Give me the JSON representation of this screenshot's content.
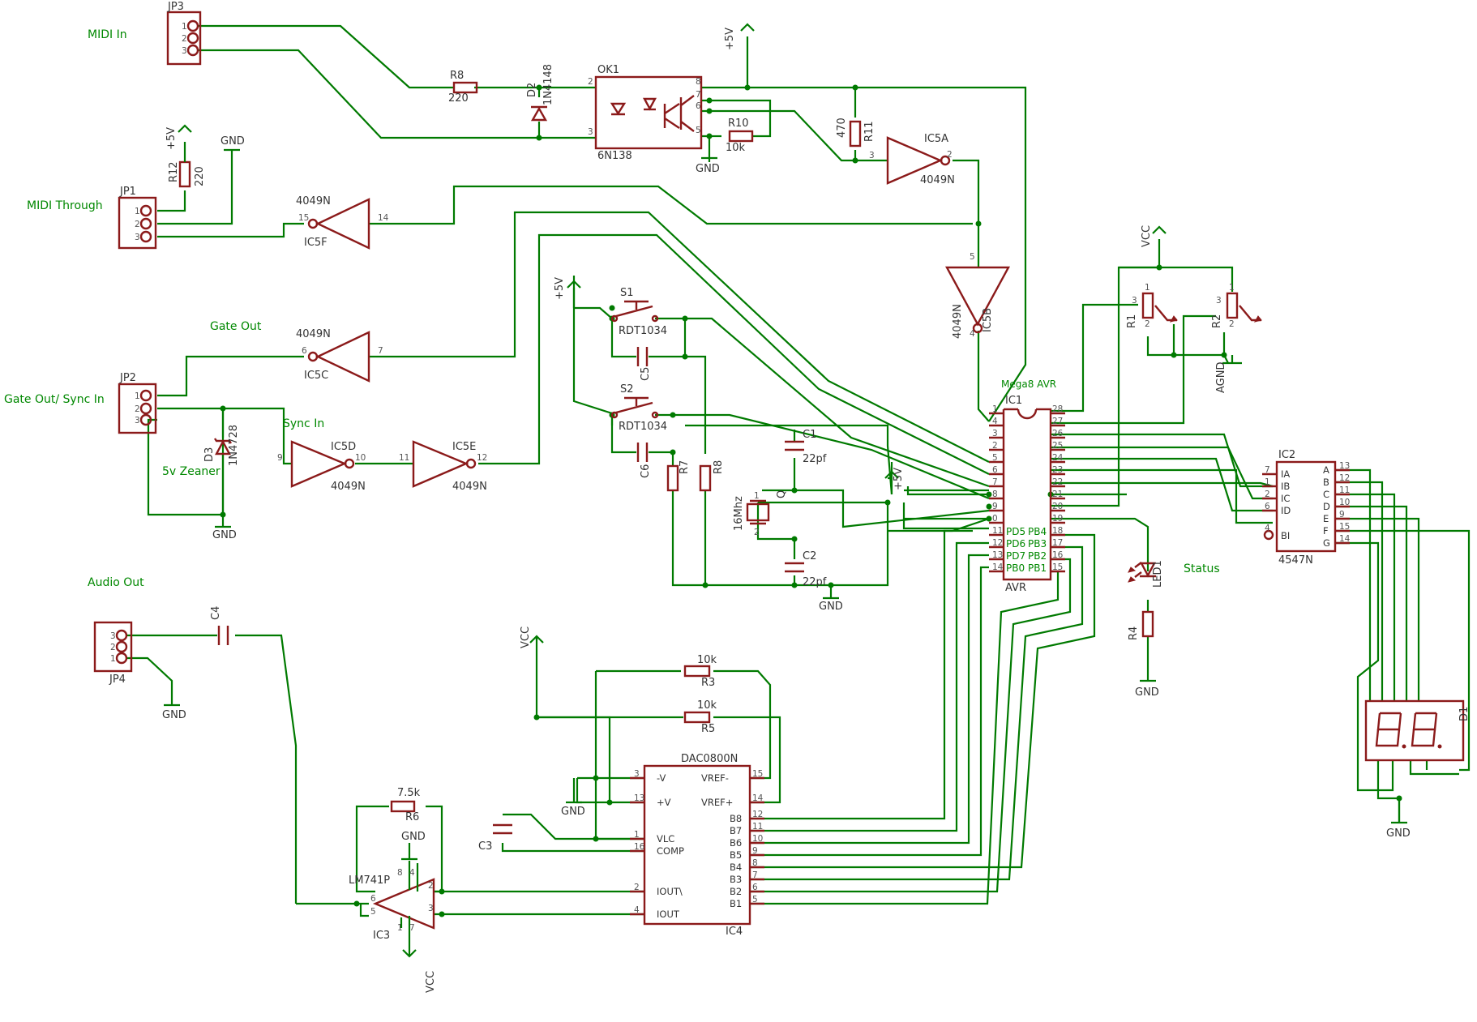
{
  "nets": {
    "midi_in": "MIDI In",
    "midi_through": "MIDI Through",
    "gate_out": "Gate Out",
    "gate_sync": "Gate Out/ Sync In",
    "sync_in": "Sync In",
    "zener": "5v Zeaner",
    "audio_out": "Audio Out",
    "status": "Status",
    "mcu_title": "Mega8 AVR"
  },
  "power": {
    "p5v": "+5V",
    "gnd": "GND",
    "vcc": "VCC",
    "agnd": "AGND"
  },
  "components": {
    "jp3": "JP3",
    "jp1": "JP1",
    "jp2": "JP2",
    "jp4": "JP4",
    "r8": "R8",
    "r8_val": "220",
    "d2": "D2",
    "d2_val": "1N4148",
    "ok1": "OK1",
    "ok1_val": "6N138",
    "r10": "R10",
    "r10_val": "10k",
    "r11": "R11",
    "r11_val": "470",
    "r12": "R12",
    "r12_val": "220",
    "ic5a": "IC5A",
    "ic5b": "IC5B",
    "ic5c": "IC5C",
    "ic5d": "IC5D",
    "ic5e": "IC5E",
    "ic5f": "IC5F",
    "inv_val": "4049N",
    "d3": "D3",
    "d3_val": "1N4728",
    "s1": "S1",
    "s2": "S2",
    "sw_val": "RDT1034",
    "c5": "C5",
    "c6": "C6",
    "r7": "R7",
    "r8b": "R8",
    "c1": "C1",
    "c2": "C2",
    "cap_val": "22pf",
    "q": "Q",
    "q_val": "16Mhz",
    "ic1": "IC1",
    "ic1_val": "AVR",
    "ic2": "IC2",
    "ic2_val": "4547N",
    "r1": "R1",
    "r2": "R2",
    "r4": "R4",
    "led1": "LED1",
    "d1": "D1",
    "c4": "C4",
    "c3": "C3",
    "r3": "R3",
    "r5": "R5",
    "r3_val": "10k",
    "r5_val": "10k",
    "r6": "R6",
    "r6_val": "7.5k",
    "ic3": "IC3",
    "ic3_val": "LM741P",
    "ic4": "IC4",
    "ic4_val": "DAC0800N"
  },
  "pins": {
    "ic1_left": [
      "1",
      "4",
      "3",
      "2",
      "5",
      "6",
      "7",
      "8",
      "9",
      "0",
      "11",
      "12",
      "13",
      "14"
    ],
    "ic1_right": [
      "28",
      "27",
      "26",
      "25",
      "24",
      "23",
      "22",
      "21",
      "20",
      "19",
      "18",
      "17",
      "16",
      "15"
    ],
    "ic1_port_left": [
      "PD5",
      "PD6",
      "PD7",
      "PB0"
    ],
    "ic1_port_right": [
      "PB4",
      "PB3",
      "PB2",
      "PB1"
    ],
    "ic2_in_nums": [
      "7",
      "1",
      "2",
      "6"
    ],
    "ic2_in": [
      "IA",
      "IB",
      "IC",
      "ID"
    ],
    "ic2_out": [
      "A",
      "B",
      "C",
      "D",
      "E",
      "F",
      "G"
    ],
    "ic2_out_nums": [
      "13",
      "12",
      "11",
      "10",
      "9",
      "15",
      "14"
    ],
    "ic2_bi": "BI",
    "ic2_bi_num": "4",
    "ic4_left": [
      "-V",
      "+V",
      "VLC",
      "COMP",
      "IOUT\\",
      "IOUT"
    ],
    "ic4_left_nums": [
      "3",
      "13",
      "1",
      "16",
      "2",
      "4"
    ],
    "ic4_right_top": [
      "VREF-",
      "VREF+"
    ],
    "ic4_right_top_nums": [
      "15",
      "14"
    ],
    "ic4_b": [
      "B8",
      "B7",
      "B6",
      "B5",
      "B4",
      "B3",
      "B2",
      "B1"
    ],
    "ic4_b_nums": [
      "12",
      "11",
      "10",
      "9",
      "8",
      "7",
      "6",
      "5"
    ],
    "inv_pins": {
      "a_in": "3",
      "a_out": "2",
      "b_in": "5",
      "b_out": "4",
      "c_in": "7",
      "c_out": "6",
      "d_in": "9",
      "d_out": "10",
      "e_in": "11",
      "e_out": "12",
      "f_in": "14",
      "f_out": "15"
    },
    "ok1_pins": {
      "p2": "2",
      "p3": "3",
      "p8": "8",
      "p7": "7",
      "p6": "6",
      "p5": "5"
    },
    "ic3_pins": [
      "6",
      "5",
      "2",
      "3",
      "4",
      "7",
      "8",
      "1"
    ],
    "conn_pins": [
      "1",
      "2",
      "3"
    ],
    "pot_pins": [
      "1",
      "2",
      "3"
    ],
    "xtal_pins": [
      "1",
      "2"
    ]
  }
}
